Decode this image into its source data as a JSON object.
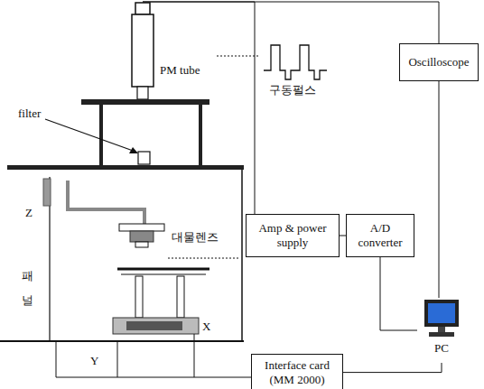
{
  "diagram": {
    "nodes": [
      {
        "text": [
          "PM tube"
        ]
      },
      {
        "text": [
          "Oscilloscope"
        ]
      },
      {
        "text": [
          "Amp & power supply"
        ]
      },
      {
        "text": [
          "A/D converter"
        ]
      },
      {
        "text": [
          "Interface card (MM 2000)"
        ]
      },
      {
        "text": [
          "PC"
        ]
      }
    ],
    "edges": [
      {
        "from": 0,
        "to": 1,
        "arrow": "none"
      },
      {
        "from": 0,
        "to": 2,
        "arrow": "none"
      },
      {
        "from": 2,
        "to": 3,
        "arrow": "none"
      },
      {
        "from": 3,
        "to": 5,
        "arrow": "none"
      },
      {
        "from": 1,
        "to": 5,
        "arrow": "none"
      },
      {
        "from": 4,
        "to": 5,
        "arrow": "none"
      }
    ],
    "labels": [
      "구동펄스",
      "filter",
      "Z",
      "대물렌즈",
      "패널",
      "X",
      "Y"
    ]
  }
}
